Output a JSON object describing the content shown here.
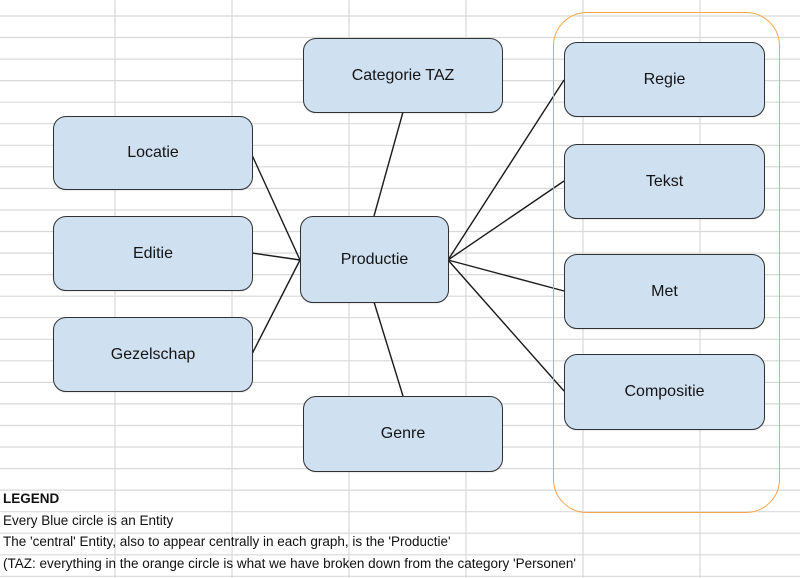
{
  "diagram": {
    "title": "Entity diagram",
    "colors": {
      "entity_fill": "#cfe0f1",
      "entity_border": "#2f3133",
      "group_outline": "#f5a54a",
      "grid_line": "#d9d9d9",
      "connector": "#1a1a1a"
    },
    "central_entity": "productie",
    "entities": [
      {
        "id": "categorie-taz",
        "label": "Categorie TAZ"
      },
      {
        "id": "locatie",
        "label": "Locatie"
      },
      {
        "id": "editie",
        "label": "Editie"
      },
      {
        "id": "gezelschap",
        "label": "Gezelschap"
      },
      {
        "id": "productie",
        "label": "Productie"
      },
      {
        "id": "genre",
        "label": "Genre"
      },
      {
        "id": "regie",
        "label": "Regie"
      },
      {
        "id": "tekst",
        "label": "Tekst"
      },
      {
        "id": "met",
        "label": "Met"
      },
      {
        "id": "compositie",
        "label": "Compositie"
      }
    ],
    "relations": [
      {
        "from": "productie",
        "to": "categorie-taz"
      },
      {
        "from": "productie",
        "to": "locatie"
      },
      {
        "from": "productie",
        "to": "editie"
      },
      {
        "from": "productie",
        "to": "gezelschap"
      },
      {
        "from": "productie",
        "to": "genre"
      },
      {
        "from": "productie",
        "to": "regie"
      },
      {
        "from": "productie",
        "to": "tekst"
      },
      {
        "from": "productie",
        "to": "met"
      },
      {
        "from": "productie",
        "to": "compositie"
      }
    ],
    "group": {
      "label": "Personen",
      "members": [
        "regie",
        "tekst",
        "met",
        "compositie"
      ]
    }
  },
  "legend": {
    "title": "LEGEND",
    "lines": [
      "Every Blue circle is an Entity",
      "The 'central' Entity, also to appear centrally in each graph, is the 'Productie'",
      "(TAZ: everything in the orange circle is what we have broken down from the category 'Personen'"
    ]
  }
}
